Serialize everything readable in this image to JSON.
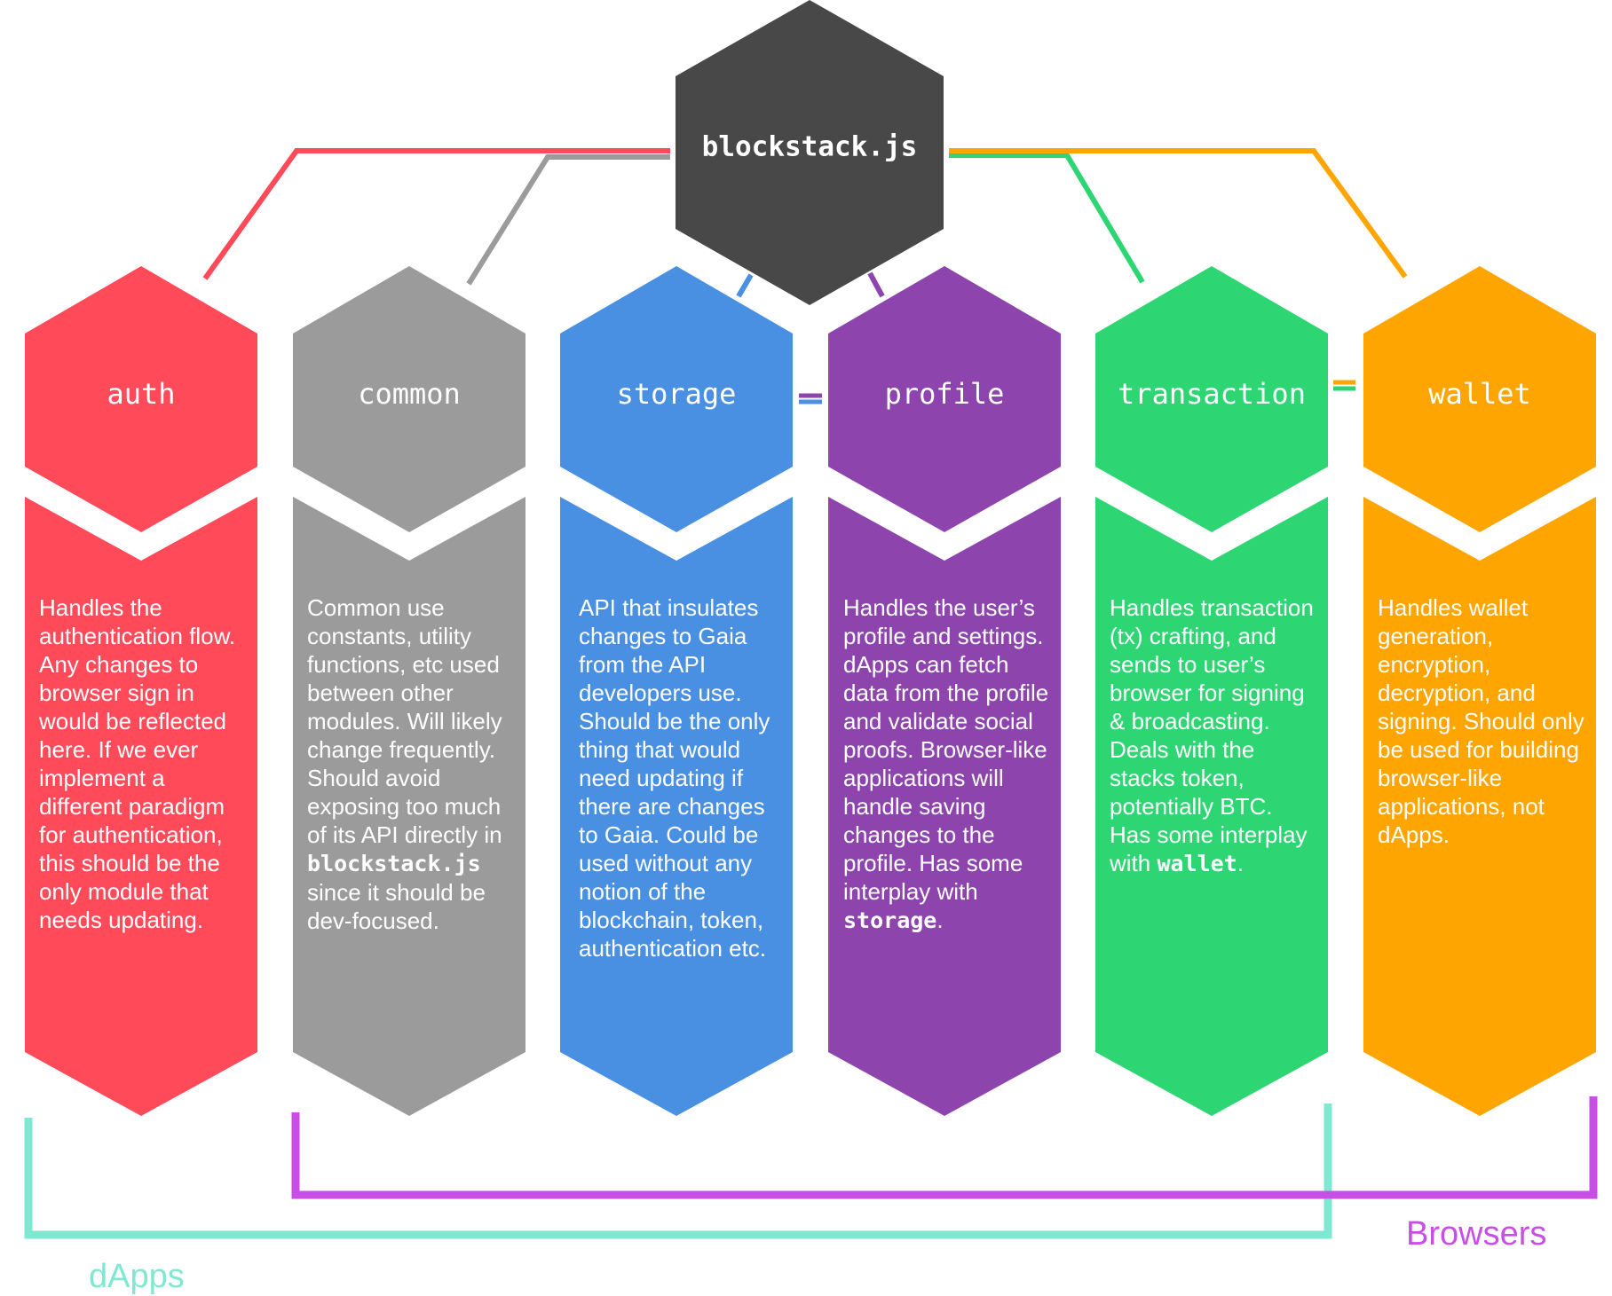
{
  "root": {
    "label": "blockstack.js",
    "color": "#484848"
  },
  "modules": [
    {
      "id": "auth",
      "label": "auth",
      "color": "#ff4a5a",
      "parts": [
        {
          "text": "Handles the authentication flow. Any changes to browser sign in would be reflected here. If we ever implement a different paradigm for authentication, this should be the only module that needs updating."
        }
      ]
    },
    {
      "id": "common",
      "label": "common",
      "color": "#9b9b9b",
      "parts": [
        {
          "text": "Common use constants, utility functions, etc used between other modules. Will likely change frequently. Should avoid exposing too much of its API directly in "
        },
        {
          "text": "blockstack.js",
          "code": true
        },
        {
          "text": " since it should be dev-focused."
        }
      ]
    },
    {
      "id": "storage",
      "label": "storage",
      "color": "#4a90e2",
      "parts": [
        {
          "text": "API that insulates changes to Gaia from the API developers use. Should be the only thing that would need updating if there are changes to Gaia. Could be used without any notion of the blockchain, token, authentication etc."
        }
      ]
    },
    {
      "id": "profile",
      "label": "profile",
      "color": "#8e44ad",
      "parts": [
        {
          "text": "Handles the user’s profile and settings. dApps can fetch data from the profile and validate social proofs. Browser-like applications will handle saving changes to the profile. Has some interplay with "
        },
        {
          "text": "storage",
          "code": true
        },
        {
          "text": "."
        }
      ]
    },
    {
      "id": "transaction",
      "label": "transaction",
      "color": "#2ed573",
      "parts": [
        {
          "text": "Handles transaction (tx) crafting, and sends to user’s browser for signing & broadcasting. Deals with the stacks token, potentially BTC. Has some interplay with "
        },
        {
          "text": "wallet",
          "code": true
        },
        {
          "text": "."
        }
      ]
    },
    {
      "id": "wallet",
      "label": "wallet",
      "color": "#ffa502",
      "parts": [
        {
          "text": "Handles wallet generation, encryption, decryption, and signing. Should only be used for building browser-like applications, not dApps."
        }
      ]
    }
  ],
  "groups": [
    {
      "id": "dapps",
      "label": "dApps",
      "color": "#7ee8d0"
    },
    {
      "id": "browsers",
      "label": "Browsers",
      "color": "#c84ee6"
    }
  ],
  "connector_colors": {
    "blue": "#4a90e2",
    "purple": "#8e44ad",
    "green": "#2ed573",
    "orange": "#ffa502"
  }
}
